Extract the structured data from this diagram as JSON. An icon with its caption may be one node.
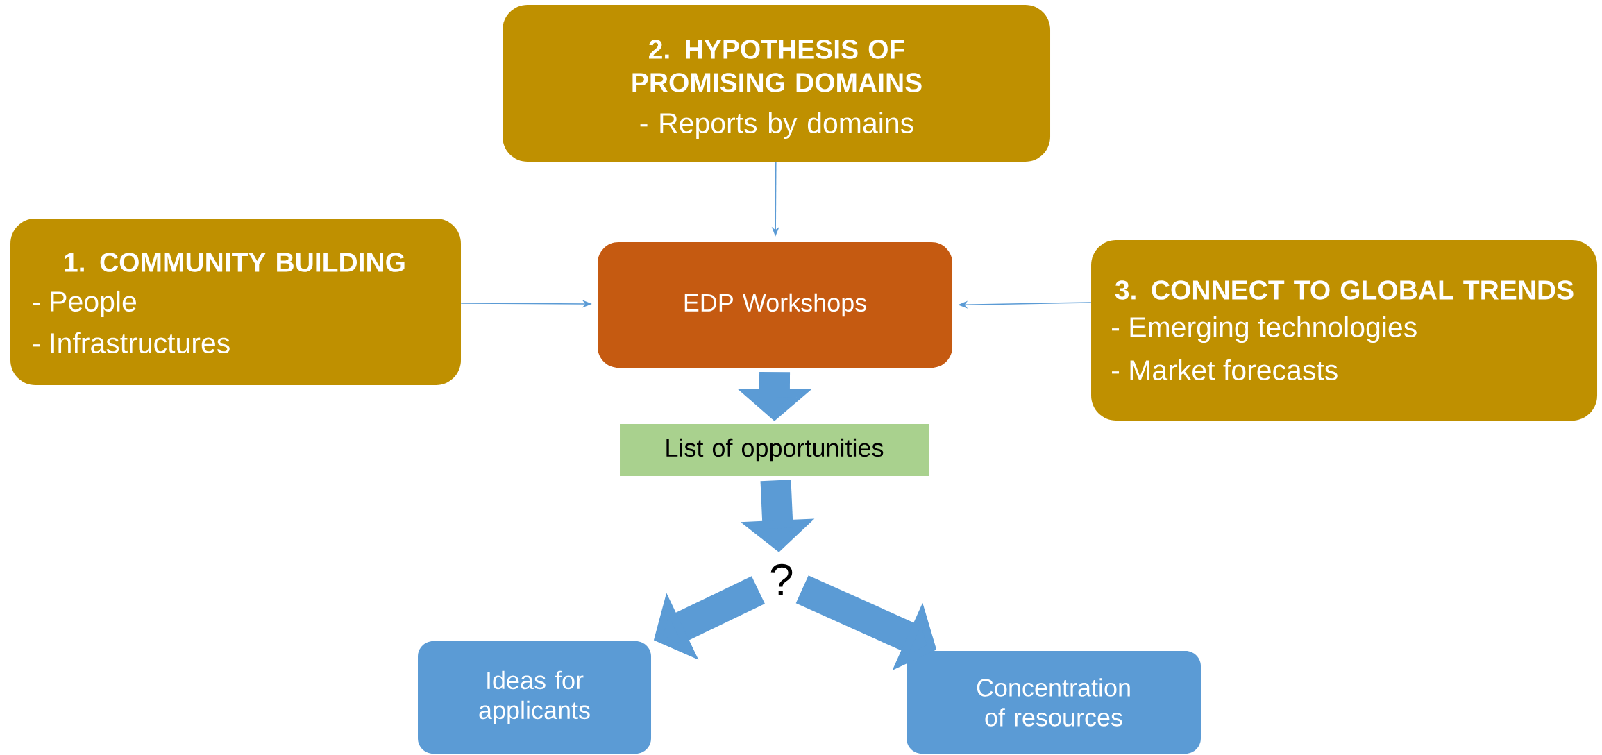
{
  "diagram": {
    "nodes": [
      {
        "text": [
          "2. HYPOTHESIS OF PROMISING DOMAINS",
          "- Reports by domains"
        ]
      },
      {
        "text": [
          "1. COMMUNITY BUILDING",
          "- People",
          "- Infrastructures"
        ]
      },
      {
        "text": [
          "EDP Workshops"
        ]
      },
      {
        "text": [
          "3. CONNECT TO GLOBAL TRENDS",
          "- Emerging technologies",
          "- Market forecasts"
        ]
      },
      {
        "text": [
          "List of opportunities"
        ]
      },
      {
        "text": [
          "?"
        ]
      },
      {
        "text": [
          "Ideas for applicants"
        ]
      },
      {
        "text": [
          "Concentration of resources"
        ]
      }
    ],
    "edges": [
      {
        "from": 0,
        "to": 2,
        "arrow": "to"
      },
      {
        "from": 1,
        "to": 2,
        "arrow": "to"
      },
      {
        "from": 3,
        "to": 2,
        "arrow": "to"
      },
      {
        "from": 2,
        "to": 4,
        "arrow": "to"
      },
      {
        "from": 4,
        "to": 5,
        "arrow": "to"
      },
      {
        "from": 5,
        "to": 6,
        "arrow": "to"
      },
      {
        "from": 5,
        "to": 7,
        "arrow": "to"
      }
    ]
  }
}
